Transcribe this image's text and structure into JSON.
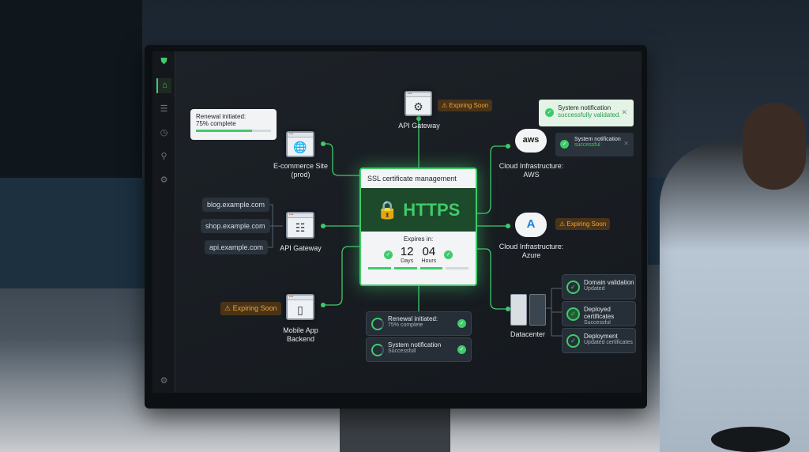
{
  "sidebar": {
    "items": [
      "shield-icon",
      "home-icon",
      "list-icon",
      "clock-icon",
      "user-icon",
      "gear-icon"
    ],
    "bottom": "gear-icon"
  },
  "tooltip": {
    "line1": "Renewal initiated:",
    "line2": "75% complete",
    "progress": 75
  },
  "nodes": {
    "ecommerce": {
      "line1": "E-commerce Site",
      "line2": "(prod)"
    },
    "api_gateway_left": "API Gateway",
    "api_gateway_top": "API Gateway",
    "mobile": {
      "line1": "Mobile App",
      "line2": "Backend"
    },
    "aws": {
      "logo": "aws",
      "line1": "Cloud Infrastructure:",
      "line2": "AWS"
    },
    "azure": {
      "line1": "Cloud Infrastructure:",
      "line2": "Azure"
    },
    "datacenter": "Datacenter"
  },
  "domains": [
    "blog.example.com",
    "shop.example.com",
    "api.example.com"
  ],
  "badges": {
    "expiring": "Expiring Soon"
  },
  "ssl": {
    "title": "SSL certificate management",
    "protocol": "HTTPS",
    "expires_label": "Expires in:",
    "days": "12",
    "days_label": "Days",
    "hours": "04",
    "hours_label": "Hours",
    "segments_filled": 3,
    "segments_total": 4
  },
  "notifications": [
    {
      "title": "System notification",
      "sub": "successfully validated."
    },
    {
      "title": "System notification",
      "sub": "successful"
    }
  ],
  "status_cards": [
    {
      "title": "Renewal initiated:",
      "sub": "75% complete"
    },
    {
      "title": "System notification",
      "sub": "Successfull"
    }
  ],
  "datacenter_cards": [
    {
      "title": "Domain validation",
      "sub": "Updated"
    },
    {
      "title": "Deployed certificates",
      "sub": "Successful"
    },
    {
      "title": "Deployment",
      "sub": "Updated certificates"
    }
  ],
  "colors": {
    "accent": "#3ecb6a",
    "warning": "#f0a23a",
    "background": "#1a1f24"
  }
}
